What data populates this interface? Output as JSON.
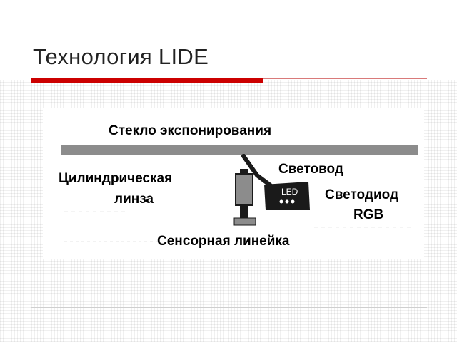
{
  "slide": {
    "title": "Технология LIDE"
  },
  "diagram": {
    "glass_label": "Стекло экспонирования",
    "lens_label_line1": "Цилиндрическая",
    "lens_label_line2": "линза",
    "lightguide_label": "Световод",
    "led_label_line1": "Светодиод",
    "led_label_line2": "RGB",
    "led_text": "LED",
    "sensor_label": "Сенсорная линейка"
  },
  "colors": {
    "accent_red": "#cc0000",
    "glass_gray": "#8c8c8c",
    "component_dark": "#1a1a1a"
  }
}
